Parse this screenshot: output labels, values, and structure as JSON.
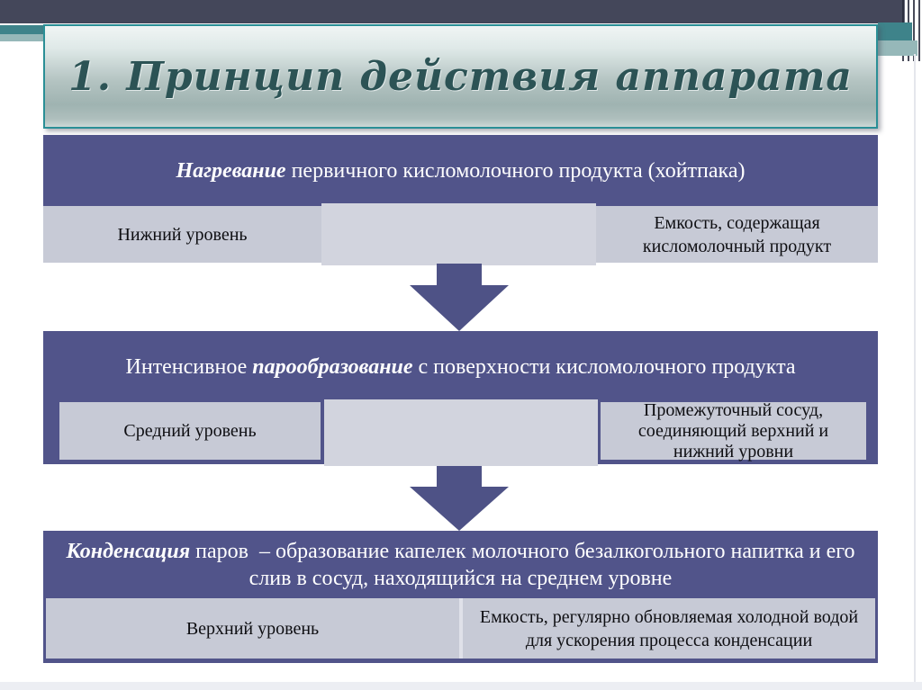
{
  "title": "1. Принцип действия аппарата",
  "colors": {
    "purple": "#51548a",
    "cell": "#c7cad6",
    "cell_light": "#d2d4de",
    "teal_dark": "#3e838a",
    "teal_light": "#96b8b9",
    "top_bar": "#44475a",
    "arrow": "#4e5286",
    "banner_border": "#2a8f96",
    "title_text": "#2c5355"
  },
  "blocks": [
    {
      "header": {
        "pre": "",
        "bold": "Нагревание",
        "rest": " первичного кисломолочного продукта (хойтпака)"
      },
      "left_cell": "Нижний уровень",
      "right_cell": "Емкость, содержащая кисломолочный продукт"
    },
    {
      "header": {
        "pre": "Интенсивное ",
        "bold": "парообразование",
        "rest": " с поверхности кисломолочного продукта"
      },
      "left_cell": "Средний уровень",
      "right_cell": "Промежуточный сосуд, соединяющий верхний и нижний уровни"
    },
    {
      "header": {
        "pre": "",
        "bold": "Конденсация",
        "rest": " паров  – образование капелек молочного безалкогольного напитка и его слив в сосуд, находящийся на среднем уровне"
      },
      "left_cell": "Верхний уровень",
      "right_cell": "Емкость, регулярно обновляемая холодной водой для ускорения процесса конденсации"
    }
  ]
}
